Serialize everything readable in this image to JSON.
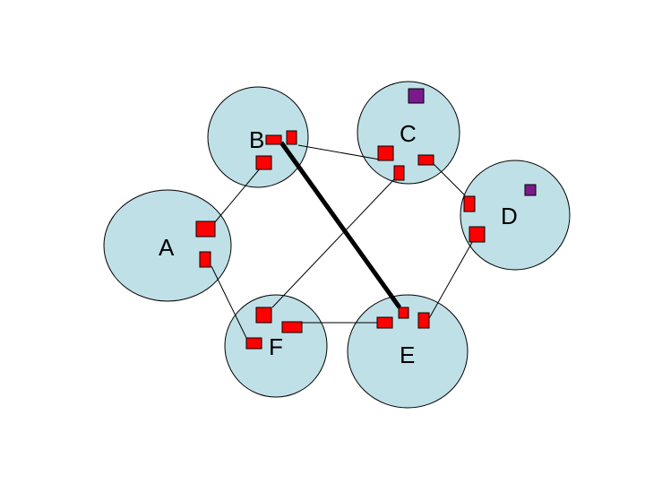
{
  "colors": {
    "cluster_fill": "#bfe0e6",
    "cluster_stroke": "#000000",
    "port_fill": "#ff0000",
    "special_fill": "#7a1a8c",
    "link": "#000000"
  },
  "nodes": {
    "A": {
      "label": "A"
    },
    "B": {
      "label": "B"
    },
    "C": {
      "label": "C"
    },
    "D": {
      "label": "D"
    },
    "E": {
      "label": "E"
    },
    "F": {
      "label": "F"
    }
  },
  "links": [
    {
      "from": "A",
      "to": "B",
      "weight": "thin"
    },
    {
      "from": "A",
      "to": "F",
      "weight": "thin"
    },
    {
      "from": "B",
      "to": "C",
      "weight": "thin"
    },
    {
      "from": "C",
      "to": "D",
      "weight": "thin"
    },
    {
      "from": "C",
      "to": "F",
      "weight": "thin"
    },
    {
      "from": "D",
      "to": "E",
      "weight": "thin"
    },
    {
      "from": "F",
      "to": "E",
      "weight": "thin"
    },
    {
      "from": "B",
      "to": "E",
      "weight": "thick"
    }
  ]
}
